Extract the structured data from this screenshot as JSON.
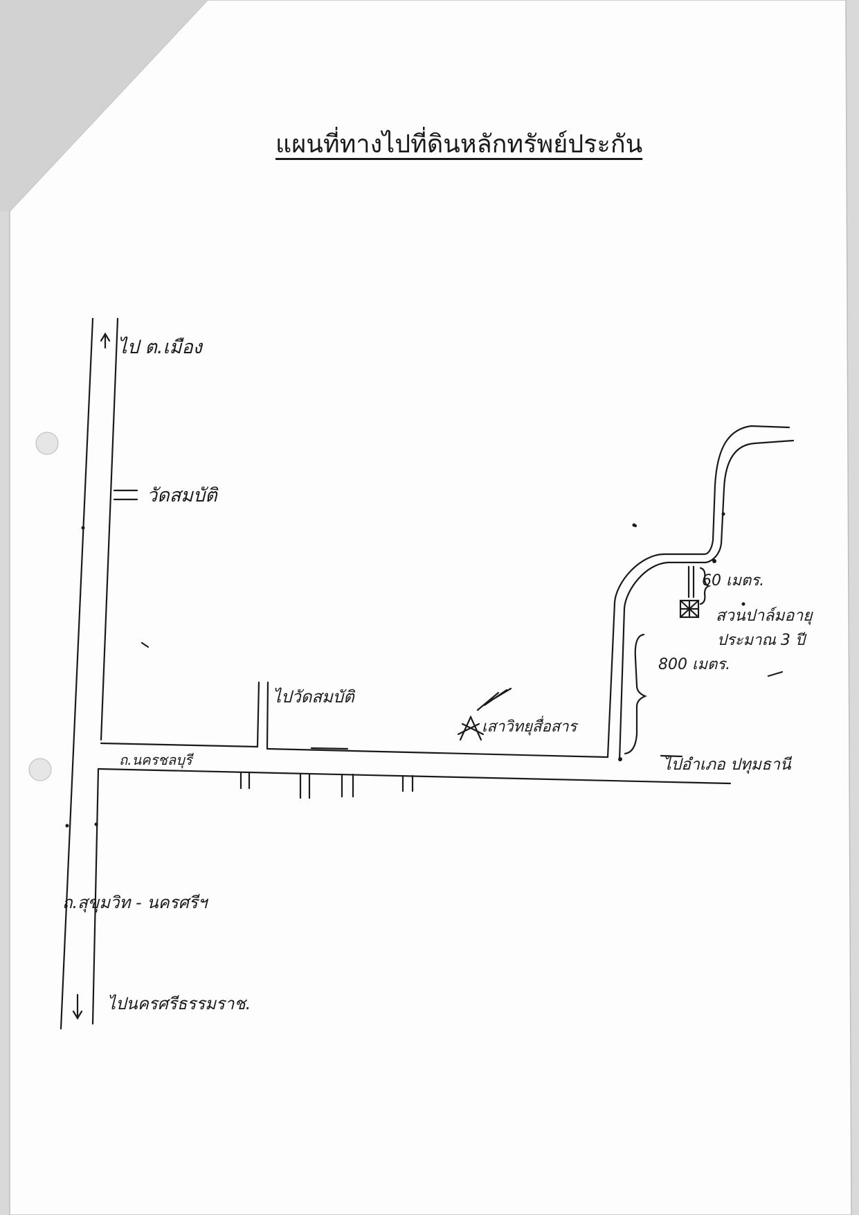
{
  "map": {
    "title": "แผนที่ทางไปที่ดินหลักทรัพย์ประกัน",
    "labels": {
      "to_top": "ไป ต.เมือง",
      "temple": "วัดสมบัติ",
      "to_temple": "ไปวัดสมบัติ",
      "side_road": "ถ.นครชลบุรี",
      "tower": "เสาวิทยุสื่อสาร",
      "to_east": "ไปอำเภอ ปทุมธานี",
      "main_road": "ถ.สุขุมวิท - นครศรีฯ",
      "to_bottom": "ไปนครศรีธรรมราช.",
      "distance_short": "60 เมตร.",
      "palm_garden": "สวนปาล์มอายุ",
      "palm_age": "ประมาณ 3 ปี",
      "distance_long": "800 เมตร."
    },
    "icons": [
      "arrow-up-icon",
      "arrow-down-icon",
      "radio-tower-icon",
      "palm-plot-icon"
    ],
    "colors": {
      "paper": "#fdfdfd",
      "ink": "#1a1a1a",
      "background": "#d9d9d9"
    }
  }
}
